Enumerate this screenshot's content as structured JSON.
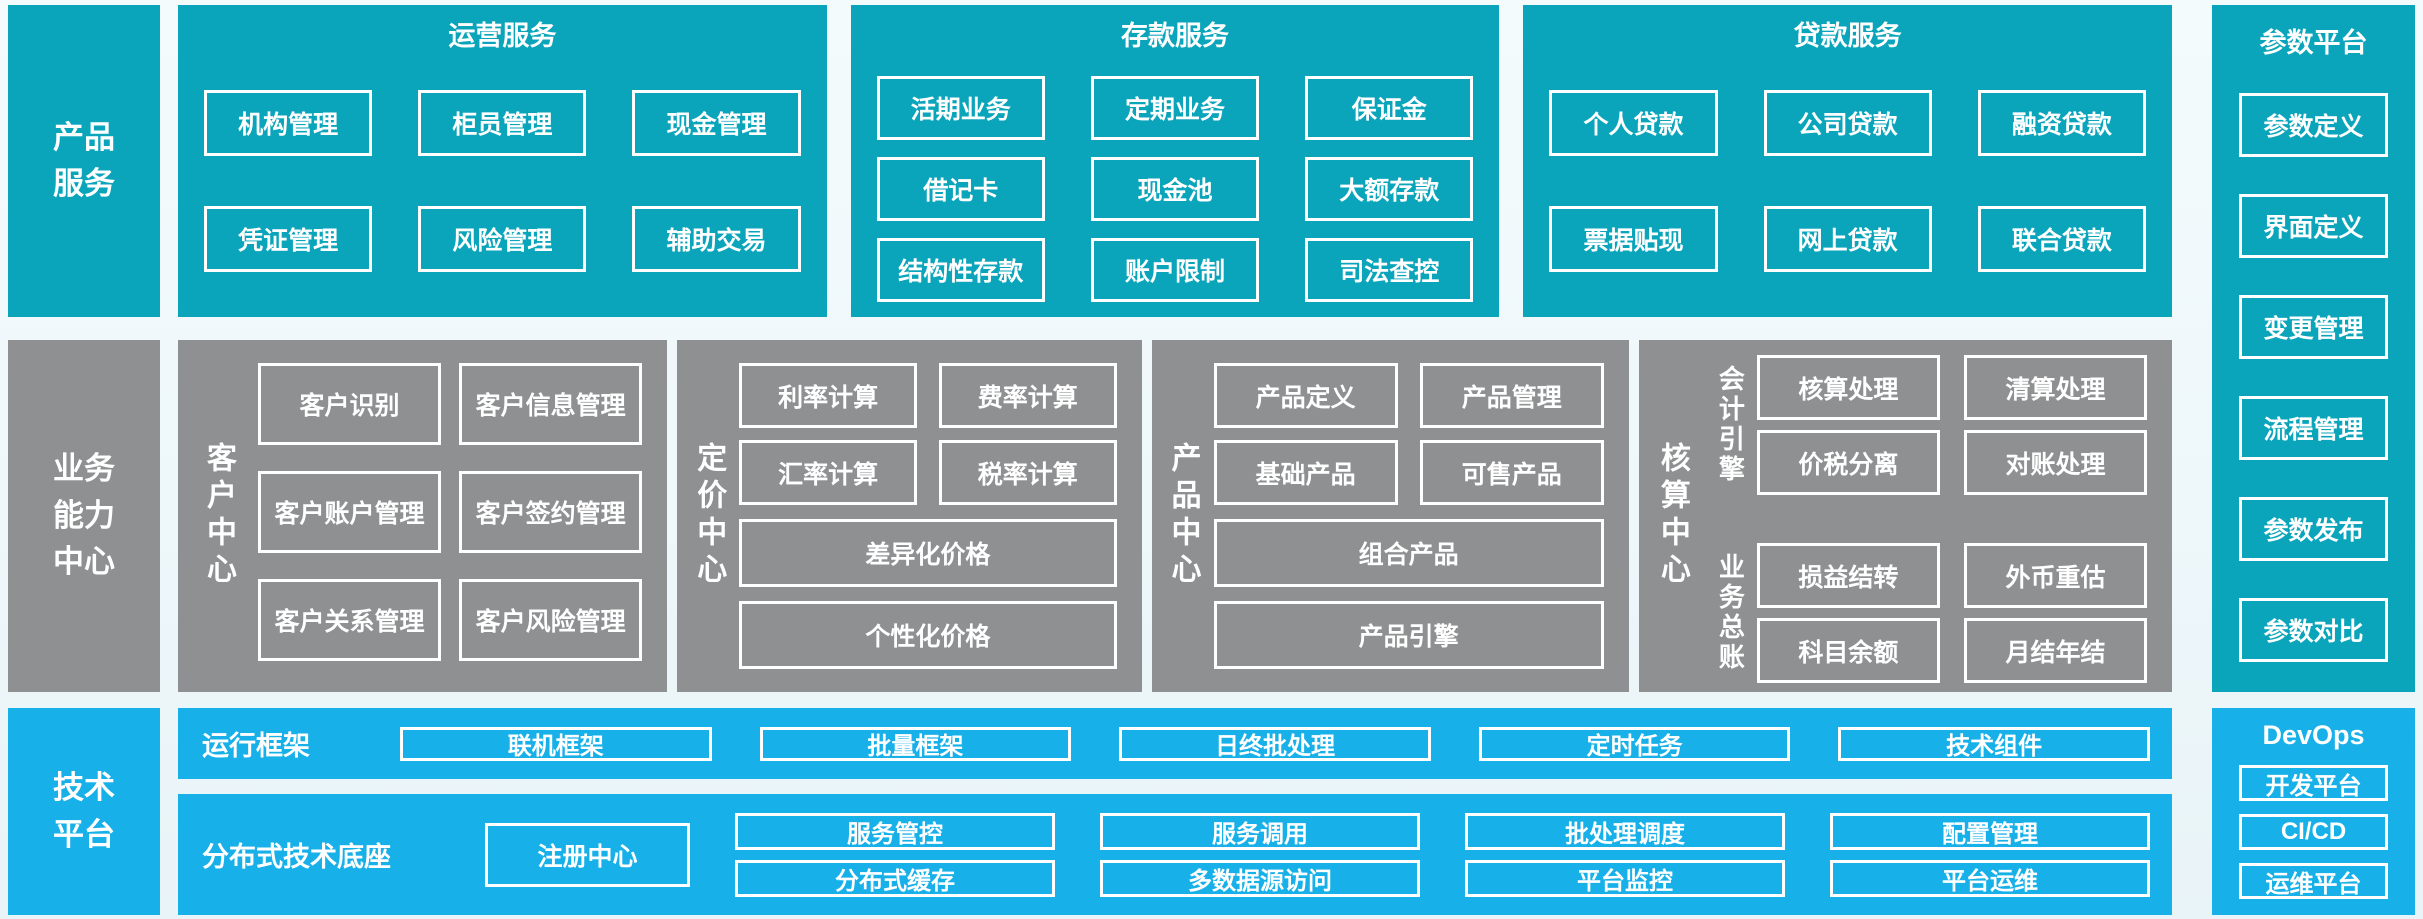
{
  "palette": {
    "teal": "#0aa5bb",
    "gray": "#8e9092",
    "blue": "#17b0e8",
    "background": "#edf6f9",
    "box_border": "#ffffff"
  },
  "left_labels": {
    "products": "产品服务",
    "business": "业务能力中心",
    "tech": "技术平台"
  },
  "top": {
    "sections": [
      {
        "title": "运营服务",
        "rows": [
          [
            "机构管理",
            "柜员管理",
            "现金管理"
          ],
          [
            "凭证管理",
            "风险管理",
            "辅助交易"
          ]
        ]
      },
      {
        "title": "存款服务",
        "rows": [
          [
            "活期业务",
            "定期业务",
            "保证金"
          ],
          [
            "借记卡",
            "现金池",
            "大额存款"
          ],
          [
            "结构性存款",
            "账户限制",
            "司法查控"
          ]
        ]
      },
      {
        "title": "贷款服务",
        "rows": [
          [
            "个人贷款",
            "公司贷款",
            "融资贷款"
          ],
          [
            "票据贴现",
            "网上贷款",
            "联合贷款"
          ]
        ]
      }
    ]
  },
  "param_platform": {
    "title": "参数平台",
    "items": [
      "参数定义",
      "界面定义",
      "变更管理",
      "流程管理",
      "参数发布",
      "参数对比"
    ]
  },
  "middle": {
    "customer": {
      "label": "客户中心",
      "boxes": [
        "客户识别",
        "客户信息管理",
        "客户账户管理",
        "客户签约管理",
        "客户关系管理",
        "客户风险管理"
      ]
    },
    "pricing": {
      "label": "定价中心",
      "boxes": [
        "利率计算",
        "费率计算",
        "汇率计算",
        "税率计算"
      ],
      "wide": [
        "差异化价格",
        "个性化价格"
      ]
    },
    "product": {
      "label": "产品中心",
      "boxes": [
        "产品定义",
        "产品管理",
        "基础产品",
        "可售产品"
      ],
      "wide": [
        "组合产品",
        "产品引擎"
      ]
    },
    "accounting": {
      "label": "核算中心",
      "groups": [
        {
          "label": "会计引擎",
          "boxes": [
            "核算处理",
            "清算处理",
            "价税分离",
            "对账处理"
          ]
        },
        {
          "label": "业务总账",
          "boxes": [
            "损益结转",
            "外币重估",
            "科目余额",
            "月结年结"
          ]
        }
      ]
    }
  },
  "bottom": {
    "runtime": {
      "label": "运行框架",
      "boxes": [
        "联机框架",
        "批量框架",
        "日终批处理",
        "定时任务",
        "技术组件"
      ]
    },
    "distributed": {
      "label": "分布式技术底座",
      "registry": "注册中心",
      "columns": [
        [
          "服务管控",
          "分布式缓存"
        ],
        [
          "服务调用",
          "多数据源访问"
        ],
        [
          "批处理调度",
          "平台监控"
        ],
        [
          "配置管理",
          "平台运维"
        ]
      ]
    },
    "devops": {
      "title": "DevOps",
      "items": [
        "开发平台",
        "CI/CD",
        "运维平台"
      ]
    }
  }
}
